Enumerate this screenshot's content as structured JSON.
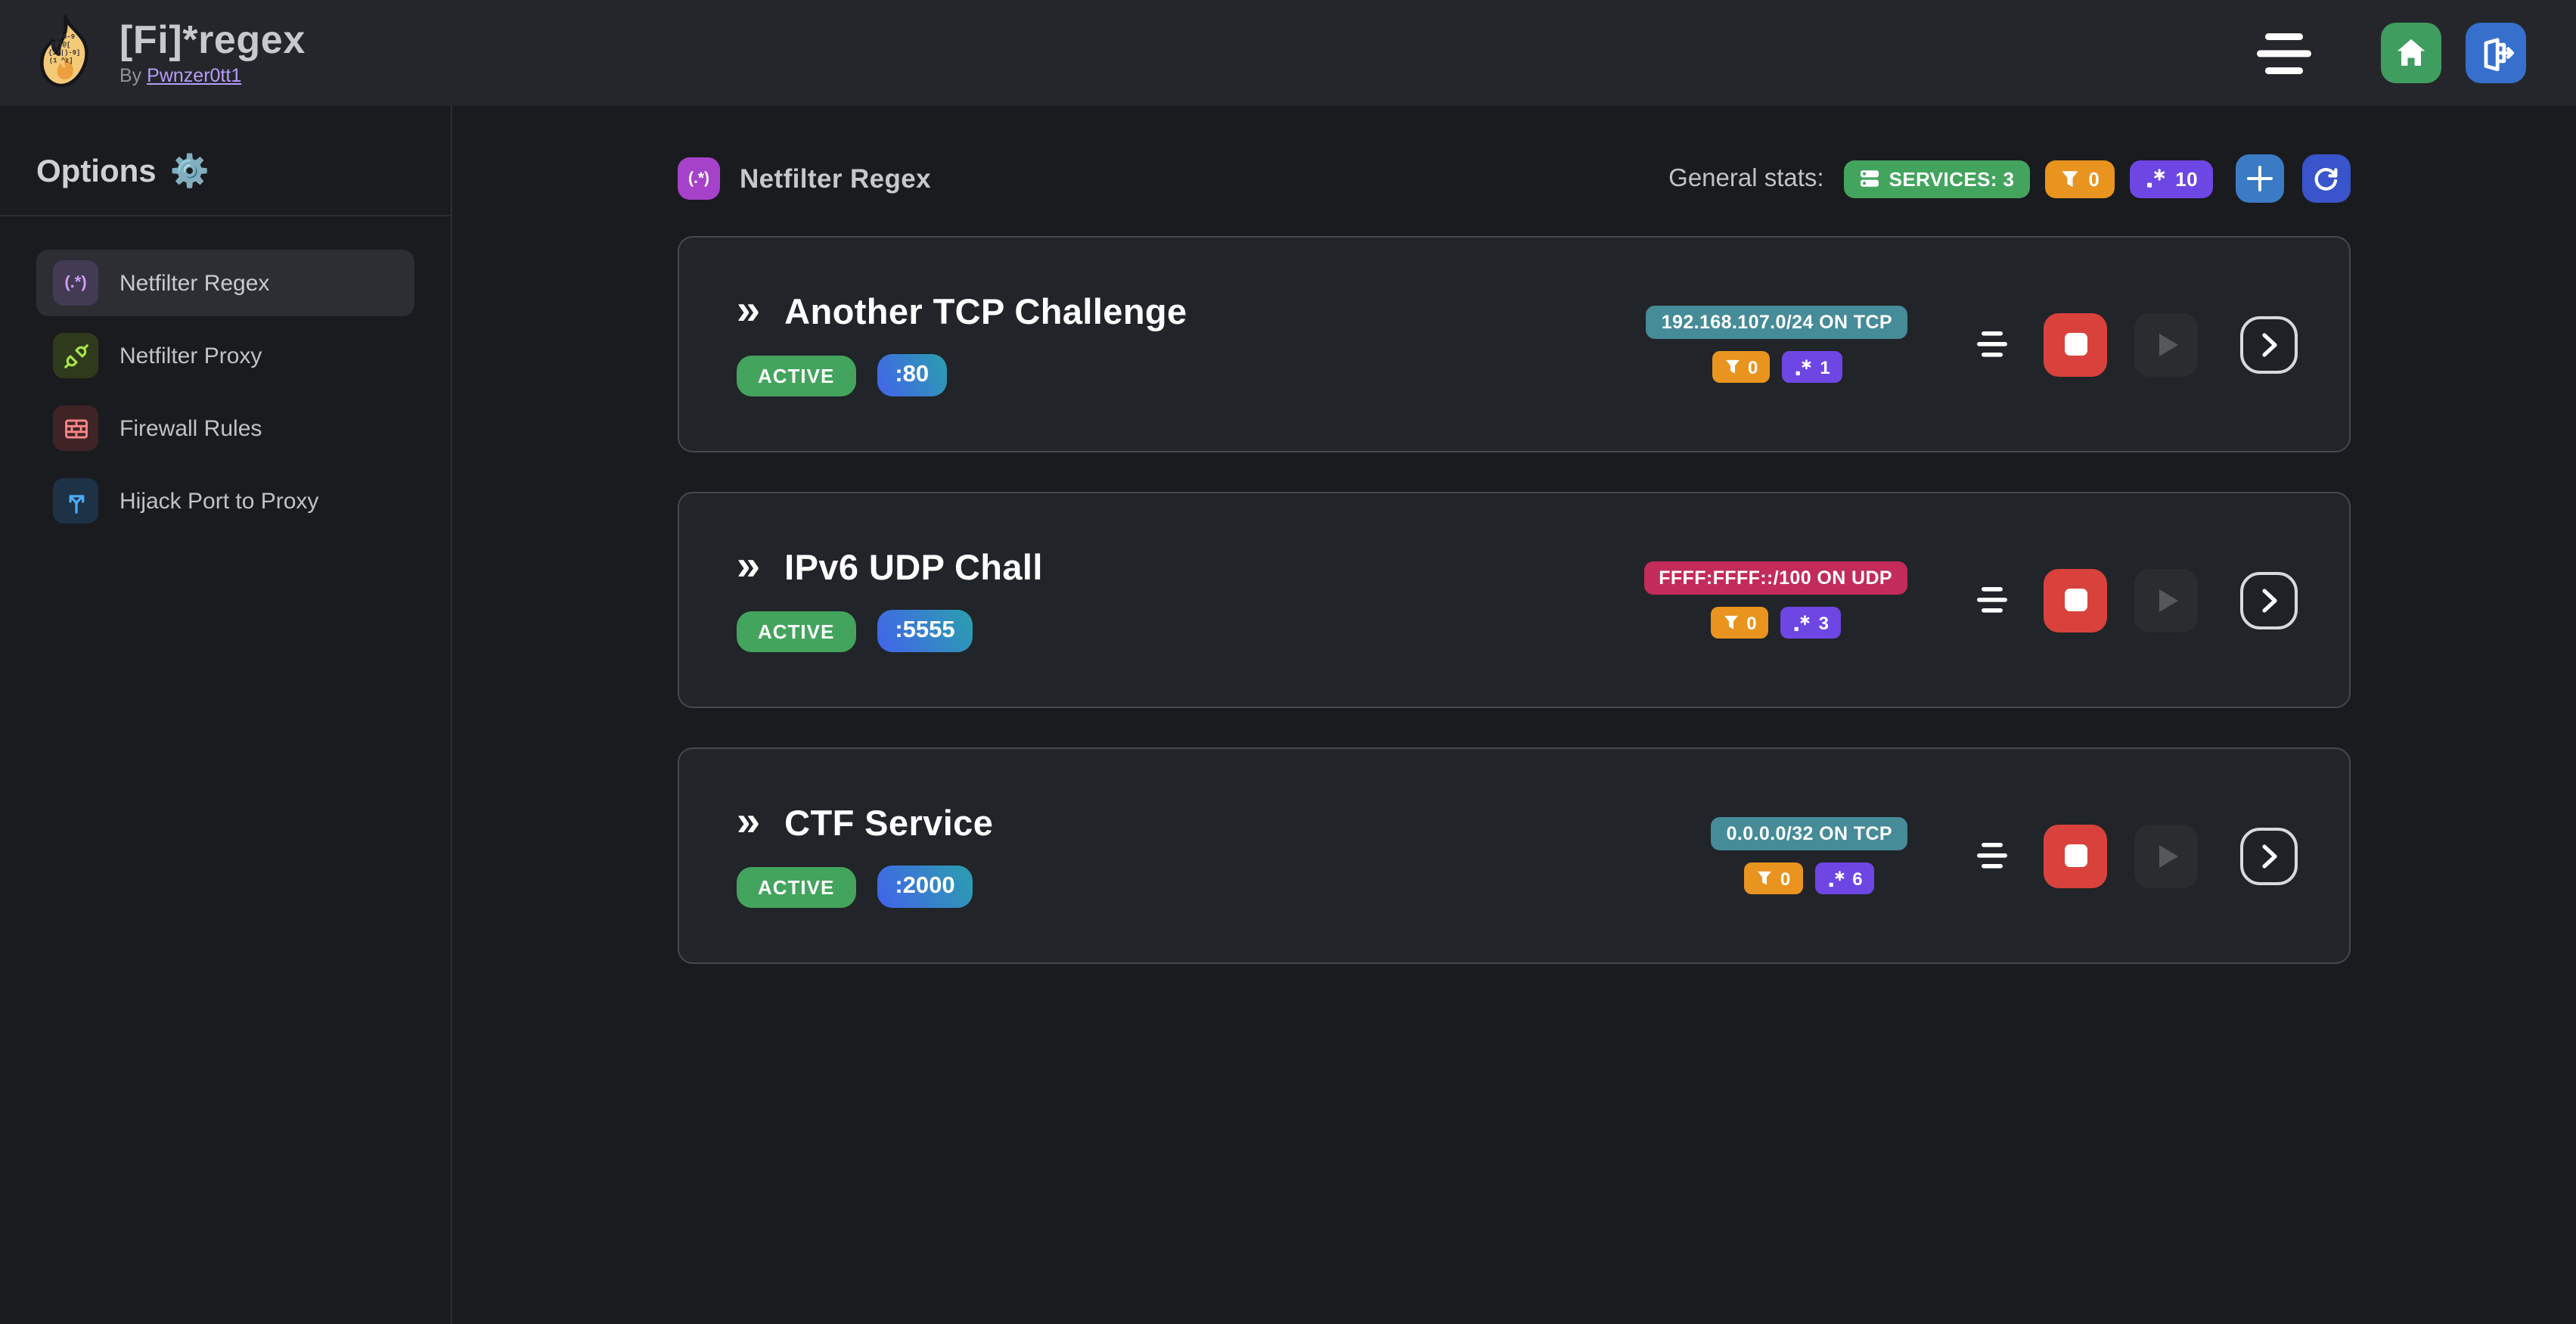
{
  "navbar": {
    "title": "[Fi]*regex",
    "byline_prefix": "By",
    "byline_link": "Pwnzer0tt1"
  },
  "sidebar": {
    "heading": "Options",
    "heading_gear_emoji": "⚙️",
    "regex_icon_text": "(.*)",
    "items": {
      "regex": "Netfilter Regex",
      "proxy": "Netfilter Proxy",
      "firewall": "Firewall Rules",
      "hijack": "Hijack Port to Proxy"
    }
  },
  "header": {
    "icon_text": "(.*)",
    "title": "Netfilter Regex"
  },
  "stats": {
    "label": "General stats:",
    "services": "SERVICES: 3",
    "filters": "0",
    "regexes": "10"
  },
  "glyphs": {
    "card_chevrons": "»"
  },
  "services": [
    {
      "name": "Another TCP Challenge",
      "status": "ACTIVE",
      "port": ":80",
      "target": "192.168.107.0/24 ON TCP",
      "target_color": "#458b98",
      "filters": "0",
      "regexes": "1"
    },
    {
      "name": "IPv6 UDP Chall",
      "status": "ACTIVE",
      "port": ":5555",
      "target": "FFFF:FFFF::/100 ON UDP",
      "target_color": "#c22b5a",
      "filters": "0",
      "regexes": "3"
    },
    {
      "name": "CTF Service",
      "status": "ACTIVE",
      "port": ":2000",
      "target": "0.0.0.0/32 ON TCP",
      "target_color": "#458b98",
      "filters": "0",
      "regexes": "6"
    }
  ],
  "colors": {
    "page_bg": "#1a1b1e",
    "navbar_bg": "#25262b",
    "card_bg": "#212428",
    "card_border": "#45484e",
    "status_green": "#43a45e",
    "filter_orange": "#e8941f",
    "regex_violet": "#6e46e4",
    "stop_red": "#d9423c",
    "brand_purple": "#a642c9",
    "link_purple": "#b49df8",
    "home_green": "#3f9d5f",
    "logout_blue": "#3670cc",
    "add_blue": "#3b7bc5",
    "refresh_indigo": "#3a54cb",
    "port_gradient_from": "#4263eb",
    "port_gradient_to": "#2b9fae",
    "target_teal": "#458b98",
    "target_pink": "#c22b5a"
  }
}
